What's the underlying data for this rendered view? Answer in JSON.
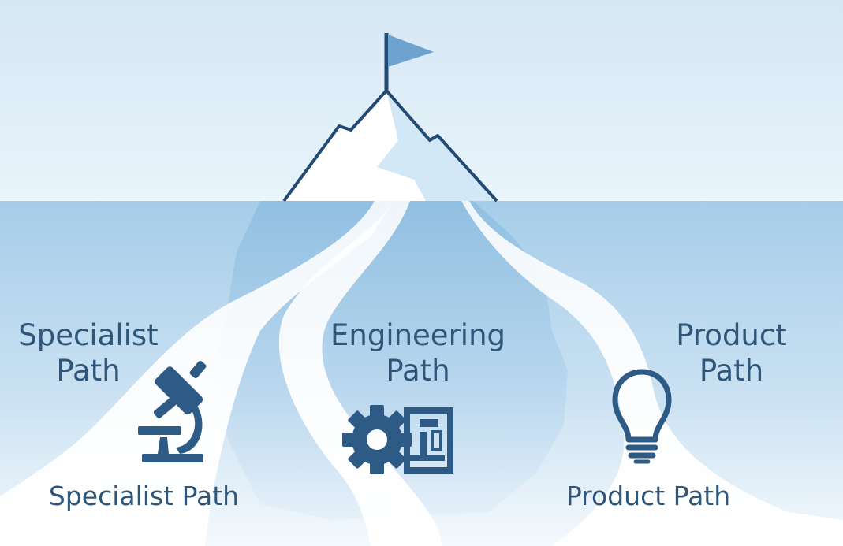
{
  "diagram": {
    "paths": {
      "specialist": {
        "title_line1": "Specialist",
        "title_line2": "Path",
        "caption": "Specialist Path",
        "icon": "microscope-icon"
      },
      "engineering": {
        "title_line1": "Engineering",
        "title_line2": "Path",
        "icon": "gear-blueprint-icon"
      },
      "product": {
        "title_line1": "Product",
        "title_line2": "Path",
        "caption": "Product Path",
        "icon": "lightbulb-icon"
      }
    },
    "summit_icon": "flag-icon",
    "colors": {
      "sky_top": "#d7e9f6",
      "water": "#a9cfea",
      "ice": "#ffffff",
      "outline": "#234a73",
      "text": "#2f5679",
      "flag": "#6fa3cf",
      "icon": "#2d5b86"
    }
  }
}
